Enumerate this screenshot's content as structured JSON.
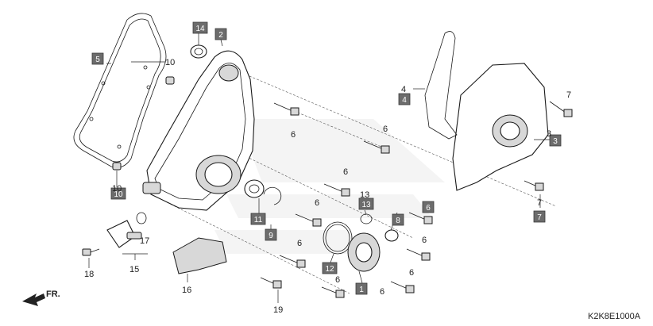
{
  "diagram": {
    "code": "K2K8E1000A",
    "direction_label": "FR.",
    "boxed_callouts": [
      {
        "id": "box-1",
        "label": "1"
      },
      {
        "id": "box-2",
        "label": "2"
      },
      {
        "id": "box-3",
        "label": "3"
      },
      {
        "id": "box-4",
        "label": "4"
      },
      {
        "id": "box-5",
        "label": "5"
      },
      {
        "id": "box-6",
        "label": "6"
      },
      {
        "id": "box-7",
        "label": "7"
      },
      {
        "id": "box-8",
        "label": "8"
      },
      {
        "id": "box-9",
        "label": "9"
      },
      {
        "id": "box-10",
        "label": "10"
      },
      {
        "id": "box-11",
        "label": "11"
      },
      {
        "id": "box-12",
        "label": "12"
      },
      {
        "id": "box-13",
        "label": "13"
      },
      {
        "id": "box-14",
        "label": "14"
      }
    ],
    "plain_numbers": {
      "n3": "3",
      "n4": "4",
      "n6": "6",
      "n7": "7",
      "n10": "10",
      "n13": "13",
      "n15": "15",
      "n16": "16",
      "n17": "17",
      "n18": "18",
      "n19": "19"
    }
  }
}
